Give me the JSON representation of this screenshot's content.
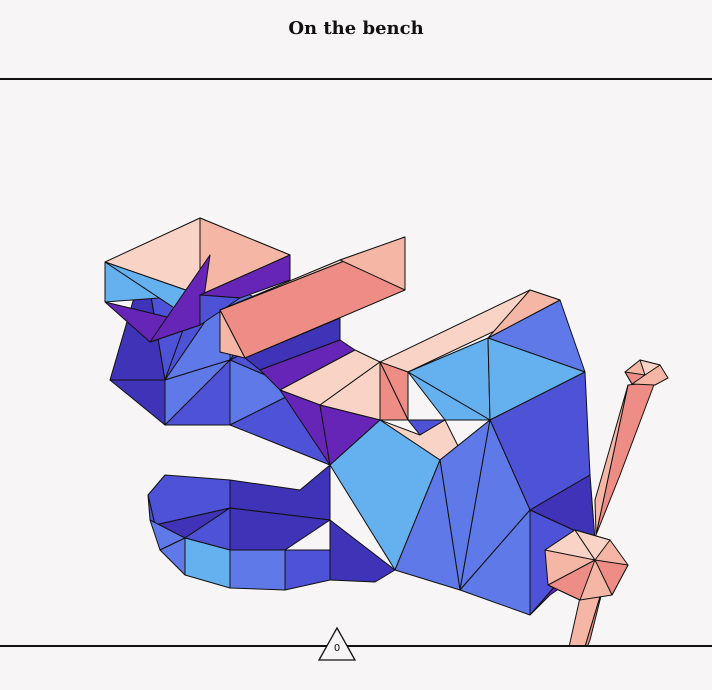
{
  "header": {
    "title": "On the bench"
  },
  "puzzle": {
    "subject": "bench-vise",
    "colors": {
      "blue_light": "#65b0ee",
      "blue_mid": "#5f7ae8",
      "blue": "#4e52d6",
      "indigo": "#3f33b8",
      "violet": "#6725b8",
      "peach_light": "#f9d4c6",
      "peach": "#f5b6a6",
      "salmon": "#ee8d85",
      "outline": "#111111",
      "background": "#f7f5f6"
    }
  },
  "counter": {
    "value": "0"
  }
}
